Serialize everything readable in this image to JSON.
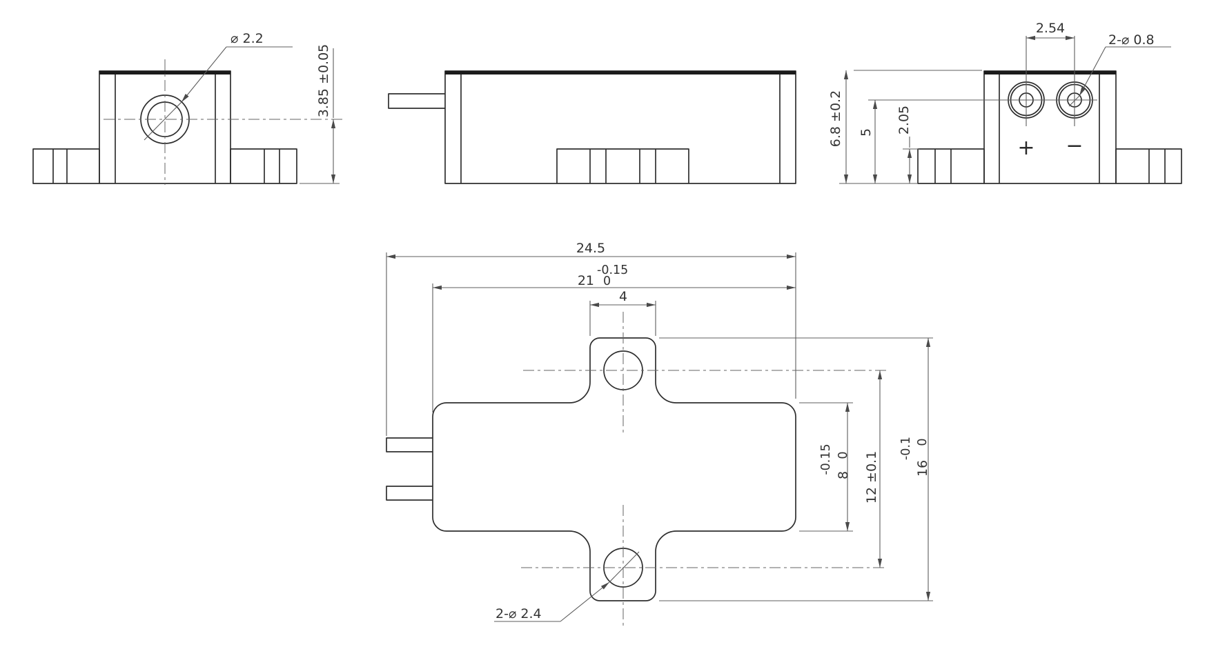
{
  "drawing": {
    "front_view": {
      "aperture_diameter": "⌀ 2.2",
      "beam_height": "3.85 ±0.05"
    },
    "back_view": {
      "pin_pitch": "2.54",
      "pin_diameter": "2-⌀ 0.8",
      "height": "6.8 ±0.2",
      "pin_center_height": "5",
      "flange_thickness": "2.05",
      "positive_pin": "+",
      "negative_pin": "−"
    },
    "plan_view": {
      "overall_length": "24.5",
      "body_length": {
        "value": "21",
        "tol_top": "-0.15",
        "tol_bottom": "0"
      },
      "tab_width": "4",
      "body_width": {
        "value": "8",
        "tol_top": "-0.15",
        "tol_bottom": "0"
      },
      "hole_pitch": "12 ±0.1",
      "overall_width": {
        "value": "16",
        "tol_top": "-0.1",
        "tol_bottom": "0"
      },
      "hole_diameter": "2-⌀ 2.4"
    }
  }
}
